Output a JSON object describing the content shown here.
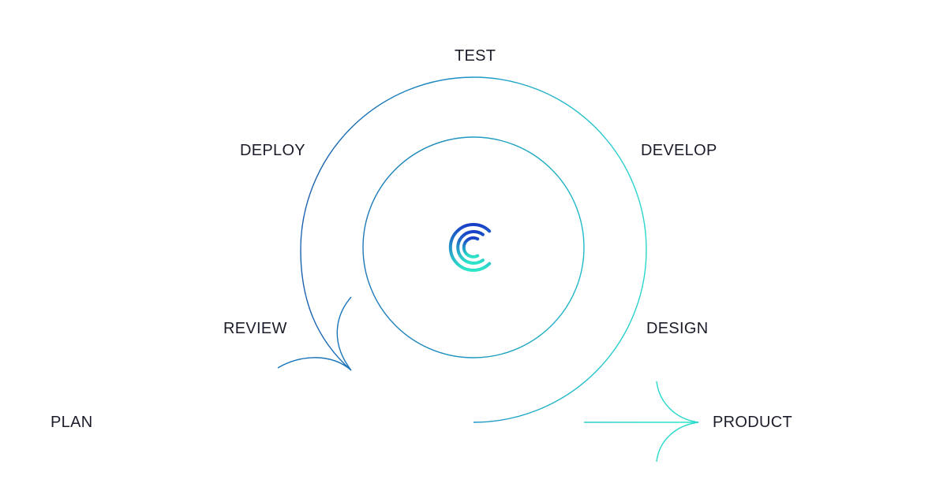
{
  "stages": {
    "test": "TEST",
    "deploy": "DEPLOY",
    "develop": "DEVELOP",
    "review": "REVIEW",
    "design": "DESIGN",
    "plan": "PLAN",
    "product": "PRODUCT"
  },
  "colors": {
    "line_start": "#2b3a9a",
    "line_mid": "#1e7fc0",
    "line_end": "#29e3cf",
    "label_text": "#1b1d2a",
    "logo_dark": "#1a3fc7",
    "logo_light": "#2ee6c8"
  },
  "icons": {
    "center_logo": "concentric-c-logo-icon",
    "review_arrow": "arrowhead-icon",
    "product_arrow": "arrow-right-icon"
  }
}
